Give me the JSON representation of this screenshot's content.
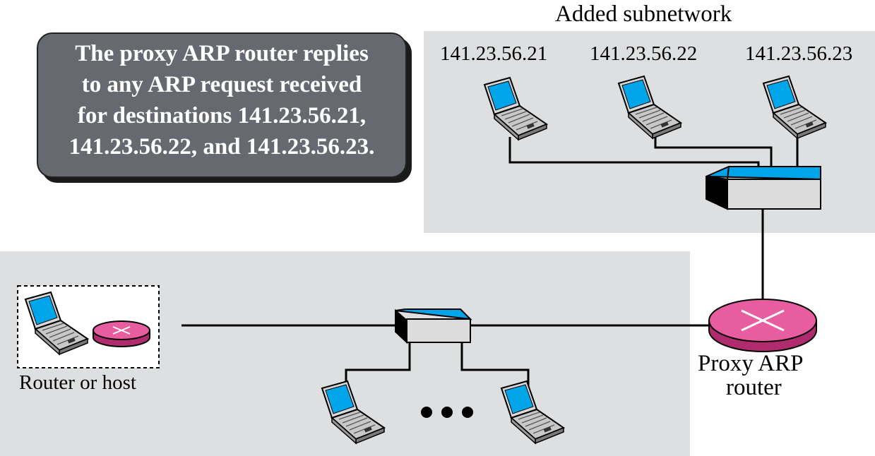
{
  "subnet_title": "Added subnetwork",
  "added_hosts": [
    {
      "ip": "141.23.56.21"
    },
    {
      "ip": "141.23.56.22"
    },
    {
      "ip": "141.23.56.23"
    }
  ],
  "callout_lines": [
    "The proxy ARP router replies",
    "to any ARP request received",
    "for destinations 141.23.56.21,",
    "141.23.56.22, and 141.23.56.23."
  ],
  "router_or_host_label": "Router or host",
  "proxy_label_lines": [
    "Proxy ARP",
    "router"
  ],
  "colors": {
    "panel": "#dedfe1",
    "screen": "#00a4e8",
    "router": "#e85ca0",
    "callout": "#666a70"
  }
}
